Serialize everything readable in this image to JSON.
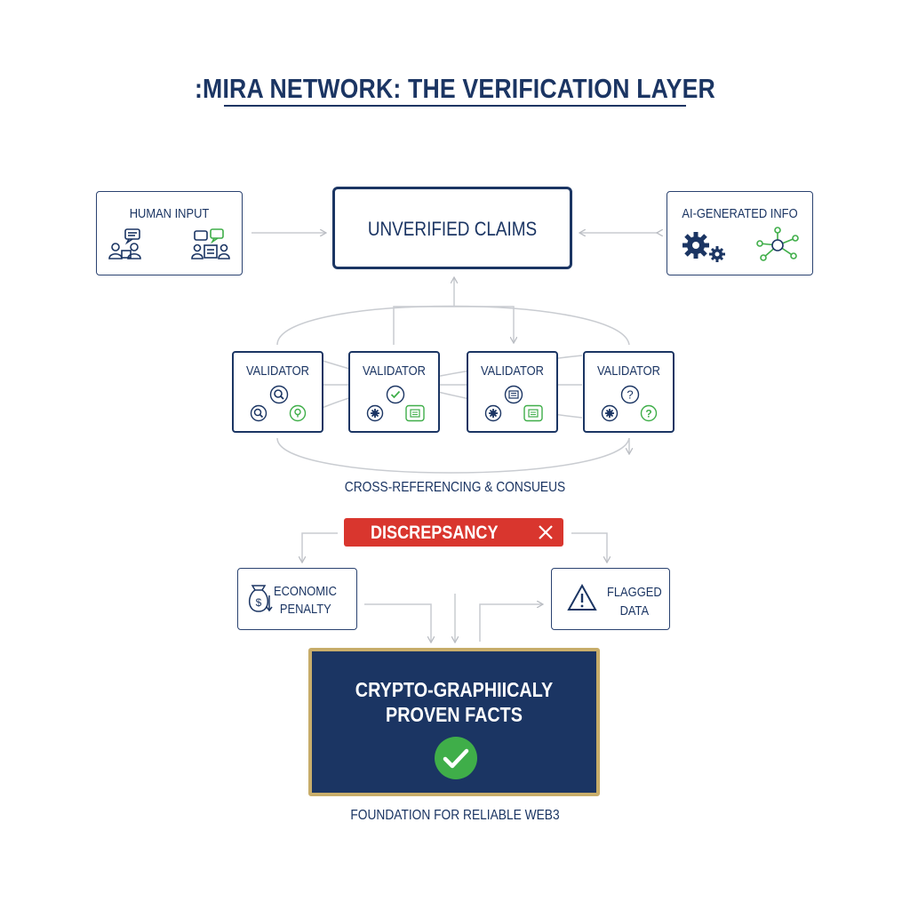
{
  "title": ":MIRA NETWORK: THE VERIFICATION LAYER",
  "inputs": {
    "human": "HUMAN INPUT",
    "ai": "AI-GENERATED INFO"
  },
  "unverified": "UNVERIFIED CLAIMS",
  "validators": [
    "VALIDATOR",
    "VALIDATOR",
    "VALIDATOR",
    "VALIDATOR"
  ],
  "cross_caption": "CROSS-REFERENCING & CONSUEUS",
  "discrepancy": "DISCREPSANCY",
  "penalty": {
    "line1": "ECONOMIC",
    "line2": "PENALTY"
  },
  "flagged": {
    "line1": "FLAGGED",
    "line2": "DATA"
  },
  "proven": {
    "line1": "CRYPTO-GRAPHIICALY",
    "line2": "PROVEN FACTS"
  },
  "foundation_caption": "FOUNDATION FOR RELIABLE WEB3",
  "colors": {
    "navy": "#1b3563",
    "green": "#3fae49",
    "red": "#d9362e",
    "gold": "#c8ad6a",
    "connector": "#c9ccd1"
  }
}
